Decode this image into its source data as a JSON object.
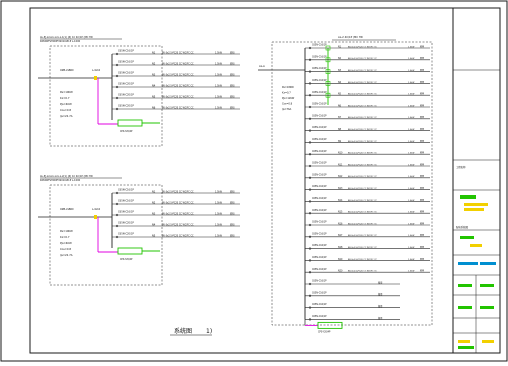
{
  "colors": {
    "line": "#222222",
    "frame": "#1a1a1a",
    "green": "#22c400",
    "magenta": "#e000e0",
    "yellow": "#f2d000",
    "cyan": "#008fd0",
    "text": "#111111"
  },
  "drawing_title": "系统图",
  "drawing_number": "1)",
  "left_panels": {
    "upper": {
      "header_lines": [
        "AL-PJ-xxxxx-xxx-x-1(1) (Z) 1C 4C/1P (MC HD",
        "KNVR0FSH00PT-N010-B1P  L-1000"
      ],
      "device": "OZB-LSB60",
      "rows": [
        "C65N-C16/1P",
        "C65N-C16/1P",
        "C65N-C16/1P",
        "C65N-C20/1P",
        "C65N-C20/1P",
        "C65N-C20/1P"
      ],
      "params": [
        "Pe=10KW",
        "Kx=0.7",
        "Pjs=4KW",
        "Cos=0.8",
        "Ijs=22.7A"
      ]
    },
    "lower": {
      "header_lines": [
        "AL-PJ-xxxxx-xxx-x-2(1) (Z) 1C 4C/1P (MC HD",
        "KNVR0FSH00PT-N010-B1P  L-1000"
      ],
      "device": "OZB-LSB60",
      "rows": [
        "C65N-C16/1P",
        "C65N-C16/1P",
        "C65N-C16/1P",
        "C65N-C20/1P",
        "C65N-C20/1P"
      ],
      "params": [
        "Pe=10KW",
        "Kx=0.7",
        "Pjs=4KW",
        "Cos=0.8",
        "Ijs=22.7A"
      ]
    }
  },
  "right_panel": {
    "header": "AL-2  4C/1P (MC HD",
    "feed_label": "AL-A",
    "params": [
      "Pe=18KW",
      "Kx=0.7",
      "Pjs=12KW",
      "Cos=0.8",
      "Ijs=76A"
    ]
  },
  "circuit_row": {
    "breaker": "C65N-C16/1P",
    "cable": "BV-3x2.5-PC20 CC WC/FC CC",
    "load": "照明"
  },
  "title_block": {
    "project": "工程名称",
    "drawing": "配电系统图"
  }
}
